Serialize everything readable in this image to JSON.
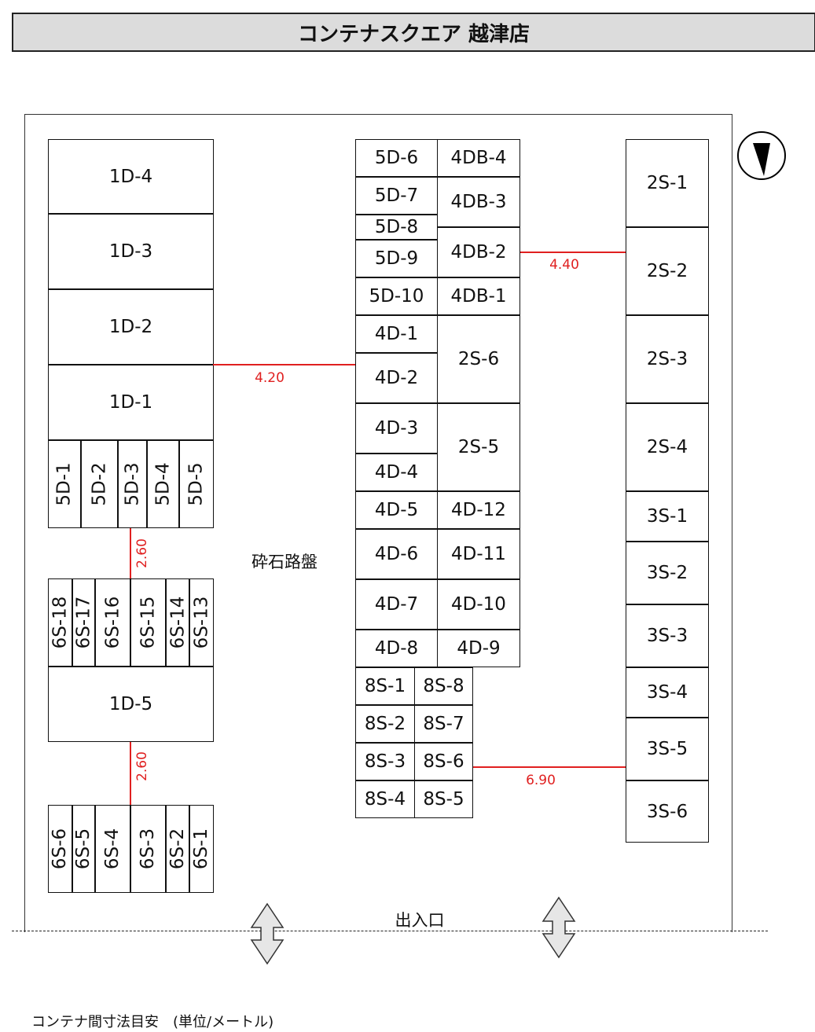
{
  "title": "コンテナスクエア 越津店",
  "ground_label": "砕石路盤",
  "entrance_label": "出入口",
  "footer_note": "コンテナ間寸法目安　(単位/メートル)",
  "dimensions": {
    "d_left_1d": "4.20",
    "d_right_2s": "4.40",
    "d_bottom_3s": "6.90",
    "d_gap_upper": "2.60",
    "d_gap_lower": "2.60"
  },
  "colors": {
    "dimension_line": "#e02020",
    "title_bg": "#dcdcdc"
  },
  "icons": {
    "compass": "north-arrow-icon",
    "entrance": "double-arrow-icon"
  },
  "units": {
    "1D-4": "1D-4",
    "1D-3": "1D-3",
    "1D-2": "1D-2",
    "1D-1": "1D-1",
    "1D-5": "1D-5",
    "5D-1": "5D-1",
    "5D-2": "5D-2",
    "5D-3": "5D-3",
    "5D-4": "5D-4",
    "5D-5": "5D-5",
    "6S-18": "6S-18",
    "6S-17": "6S-17",
    "6S-16": "6S-16",
    "6S-15": "6S-15",
    "6S-14": "6S-14",
    "6S-13": "6S-13",
    "6S-6": "6S-6",
    "6S-5": "6S-5",
    "6S-4": "6S-4",
    "6S-3": "6S-3",
    "6S-2": "6S-2",
    "6S-1": "6S-1",
    "5D-6": "5D-6",
    "5D-7": "5D-7",
    "5D-8": "5D-8",
    "5D-9": "5D-9",
    "5D-10": "5D-10",
    "4DB-4": "4DB-4",
    "4DB-3": "4DB-3",
    "4DB-2": "4DB-2",
    "4DB-1": "4DB-1",
    "4D-1": "4D-1",
    "4D-2": "4D-2",
    "4D-3": "4D-3",
    "4D-4": "4D-4",
    "4D-5": "4D-5",
    "4D-6": "4D-6",
    "4D-7": "4D-7",
    "4D-8": "4D-8",
    "4D-9": "4D-9",
    "4D-10": "4D-10",
    "4D-11": "4D-11",
    "4D-12": "4D-12",
    "2S-6": "2S-6",
    "2S-5": "2S-5",
    "8S-1": "8S-1",
    "8S-2": "8S-2",
    "8S-3": "8S-3",
    "8S-4": "8S-4",
    "8S-5": "8S-5",
    "8S-6": "8S-6",
    "8S-7": "8S-7",
    "8S-8": "8S-8",
    "2S-1": "2S-1",
    "2S-2": "2S-2",
    "2S-3": "2S-3",
    "2S-4": "2S-4",
    "3S-1": "3S-1",
    "3S-2": "3S-2",
    "3S-3": "3S-3",
    "3S-4": "3S-4",
    "3S-5": "3S-5",
    "3S-6": "3S-6"
  }
}
